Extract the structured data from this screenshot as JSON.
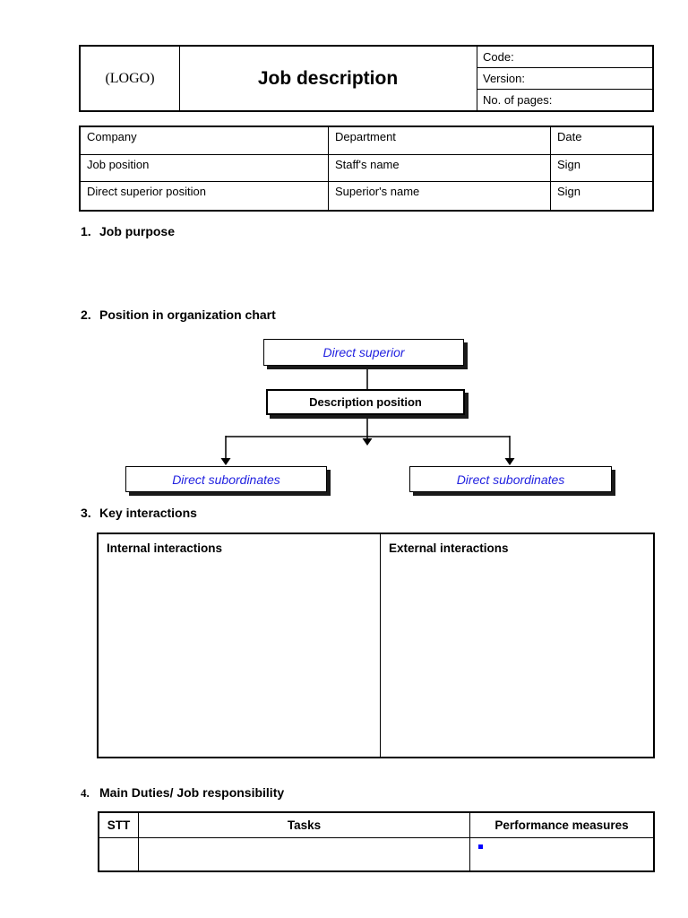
{
  "header_table": {
    "logo": "(LOGO)",
    "title": "Job description",
    "code_label": "Code:",
    "version_label": "Version:",
    "pages_label": "No. of pages:"
  },
  "info_table": {
    "rows": [
      [
        "Company",
        "Department",
        "Date"
      ],
      [
        "Job position",
        "Staff's name",
        "Sign"
      ],
      [
        "Direct superior position",
        "Superior's name",
        "Sign"
      ]
    ]
  },
  "sections": {
    "s1": {
      "number": "1.",
      "title": "Job purpose"
    },
    "s2": {
      "number": "2.",
      "title": "Position in organization chart"
    },
    "s3": {
      "number": "3.",
      "title": "Key interactions"
    },
    "s4": {
      "number": "4.",
      "title": "Main Duties/ Job responsibility"
    }
  },
  "org_chart": {
    "direct_superior": "Direct superior",
    "description_position": "Description position",
    "direct_subordinates_left": "Direct subordinates",
    "direct_subordinates_right": "Direct subordinates",
    "label_color": "#2222e0",
    "line_color": "#000000"
  },
  "interactions_table": {
    "internal_header": "Internal interactions",
    "external_header": "External interactions"
  },
  "duties_table": {
    "col_stt": "STT",
    "col_tasks": "Tasks",
    "col_measures": "Performance measures",
    "bullet_color": "#0000ff"
  }
}
